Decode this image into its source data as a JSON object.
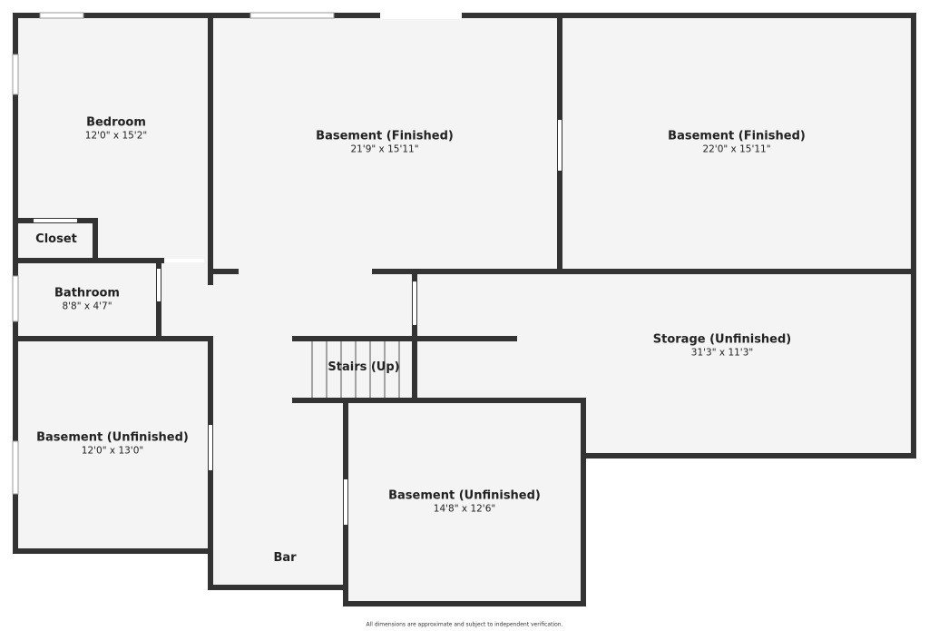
{
  "colors": {
    "wall": "#333333",
    "floor": "#f4f4f4",
    "background": "#ffffff"
  },
  "rooms": [
    {
      "name": "Bedroom",
      "dims": "12'0\" x 15'2\""
    },
    {
      "name": "Closet",
      "dims": ""
    },
    {
      "name": "Bathroom",
      "dims": "8'8\" x 4'7\""
    },
    {
      "name": "Basement (Unfinished)",
      "dims": "12'0\" x 13'0\""
    },
    {
      "name": "Basement (Finished)",
      "dims": "21'9\" x 15'11\""
    },
    {
      "name": "Basement (Finished)",
      "dims": "22'0\" x 15'11\""
    },
    {
      "name": "Storage (Unfinished)",
      "dims": "31'3\" x 11'3\""
    },
    {
      "name": "Stairs (Up)",
      "dims": ""
    },
    {
      "name": "Basement (Unfinished)",
      "dims": "14'8\" x 12'6\""
    },
    {
      "name": "Bar",
      "dims": ""
    }
  ],
  "footnote": "All dimensions are approximate and subject to independent verification."
}
